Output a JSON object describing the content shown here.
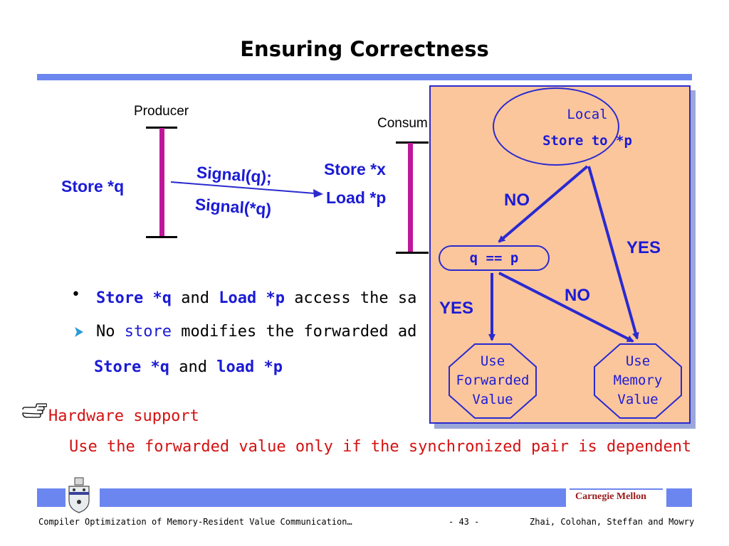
{
  "slide": {
    "title": "Ensuring Correctness",
    "page": "- 43 -"
  },
  "producer": {
    "label": "Producer",
    "op": "Store *q"
  },
  "signal": {
    "line1": "Signal(q);",
    "line2": "Signal(*q)"
  },
  "consumer": {
    "label": "Consum",
    "op1": "Store *x",
    "op2": "Load *p"
  },
  "bullets": {
    "b1": {
      "kw1": "Store *q",
      "and": "and",
      "kw2": "Load *p",
      "rest": "access the sa"
    },
    "b2": {
      "no": "No",
      "kw": "store",
      "rest": "modifies the forwarded ad"
    },
    "b3": {
      "kw1": "Store *q",
      "and": "and",
      "kw2": "load *p"
    }
  },
  "hardware": {
    "heading": "Hardware support",
    "detail": "Use the forwarded value only if the synchronized pair is dependent"
  },
  "flowchart": {
    "start": {
      "line1": "Local",
      "line2": "Store to *p"
    },
    "decision": "q == p",
    "no1": "NO",
    "yes1": "YES",
    "no2": "NO",
    "yes2": "YES",
    "forwarded": {
      "line1": "Use",
      "line2": "Forwarded",
      "line3": "Value"
    },
    "memory": {
      "line1": "Use",
      "line2": "Memory",
      "line3": "Value"
    }
  },
  "footer": {
    "left": "Compiler Optimization of Memory-Resident Value Communication…",
    "right": "Zhai, Colohan, Steffan and Mowry",
    "brand": "Carnegie Mellon"
  },
  "icons": {
    "bullet": "filled-circle-bullet-icon",
    "arrow_bullet": "arrowhead-bullet-icon",
    "pointing_hand": "pointing-hand-icon",
    "crest": "university-crest-icon"
  },
  "colors": {
    "accent_bar": "#6c86f0",
    "keyword_blue": "#1b1bd6",
    "timeline_magenta": "#c0179a",
    "flow_background": "#fcc69c",
    "hardware_red": "#d41111",
    "cmu_red": "#9a1a1a"
  }
}
